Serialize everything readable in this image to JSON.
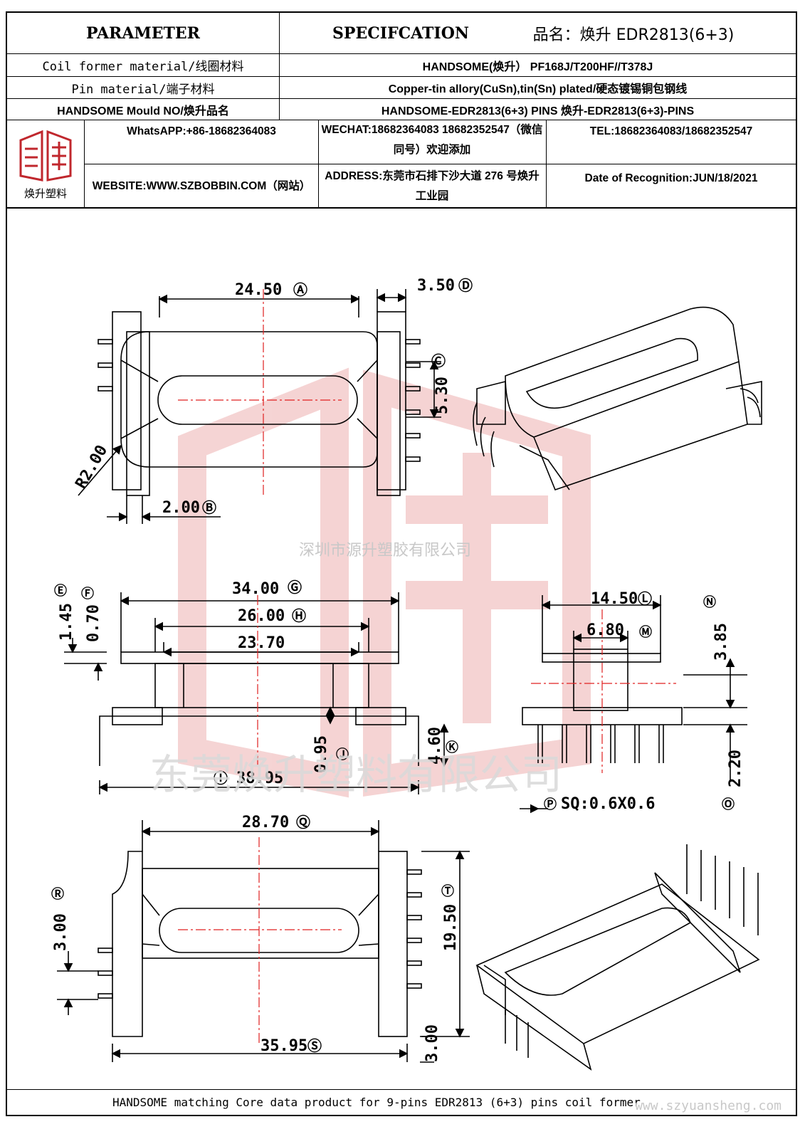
{
  "header": {
    "parameter_label": "PARAMETER",
    "specification_label": "SPECIFCATION",
    "product_name_label": "品名：焕升 EDR2813(6+3)"
  },
  "params": [
    {
      "label": "Coil former material/线圈材料",
      "value": "HANDSOME(焕升）  PF168J/T200HF//T378J"
    },
    {
      "label": "Pin material/端子材料",
      "value": "Copper-tin allory(CuSn),tin(Sn) plated/硬态镀锡铜包钢线"
    },
    {
      "label": "HANDSOME Mould NO/焕升品名",
      "value": "HANDSOME-EDR2813(6+3) PINS    焕升-EDR2813(6+3)-PINS"
    }
  ],
  "company": {
    "logo_text": "焕升塑料",
    "whatsapp": "WhatsAPP:+86-18682364083",
    "wechat": "WECHAT:18682364083 18682352547（微信同号）欢迎添加",
    "tel": "TEL:18682364083/18682352547",
    "website": "WEBSITE:WWW.SZBOBBIN.COM（网站）",
    "address": "ADDRESS:东莞市石排下沙大道 276 号焕升工业园",
    "date": "Date of Recognition:JUN/18/2021"
  },
  "watermarks": {
    "company_cn_small": "深圳市源升塑胶有限公司",
    "company_cn_large": "东莞焕升塑料有限公司",
    "url": "www.szyuansheng.com"
  },
  "dimensions": {
    "A": "24.50",
    "B": "2.00",
    "C": "5.30",
    "D": "3.50",
    "R": "R2.00",
    "E": "1.45",
    "F": "0.70",
    "G": "34.00",
    "H": "26.00",
    "H2": "23.70",
    "I": "38.95",
    "J": "0.95",
    "K": "4.60",
    "L": "14.50",
    "M": "6.80",
    "N": "3.85",
    "O": "2.20",
    "P": "SQ:0.6X0.6",
    "Q": "28.70",
    "R3": "3.00",
    "S": "35.95",
    "T": "19.50",
    "T3": "3.00"
  },
  "dimension_markers": {
    "A": "Ⓐ",
    "B": "Ⓑ",
    "C": "Ⓒ",
    "D": "Ⓓ",
    "E": "Ⓔ",
    "F": "Ⓕ",
    "G": "Ⓖ",
    "H": "Ⓗ",
    "I": "Ⓘ",
    "J": "Ⓙ",
    "K": "Ⓚ",
    "L": "Ⓛ",
    "M": "Ⓜ",
    "N": "Ⓝ",
    "O": "Ⓞ",
    "P": "Ⓟ",
    "Q": "Ⓠ",
    "R": "Ⓡ",
    "S": "Ⓢ",
    "T": "Ⓣ"
  },
  "footer": {
    "text": "HANDSOME matching Core data  product for 9-pins EDR2813 (6+3) pins coil former"
  },
  "colors": {
    "centerline": "#e02020",
    "logo": "#c0272d",
    "watermark": "#f3c9c9"
  }
}
